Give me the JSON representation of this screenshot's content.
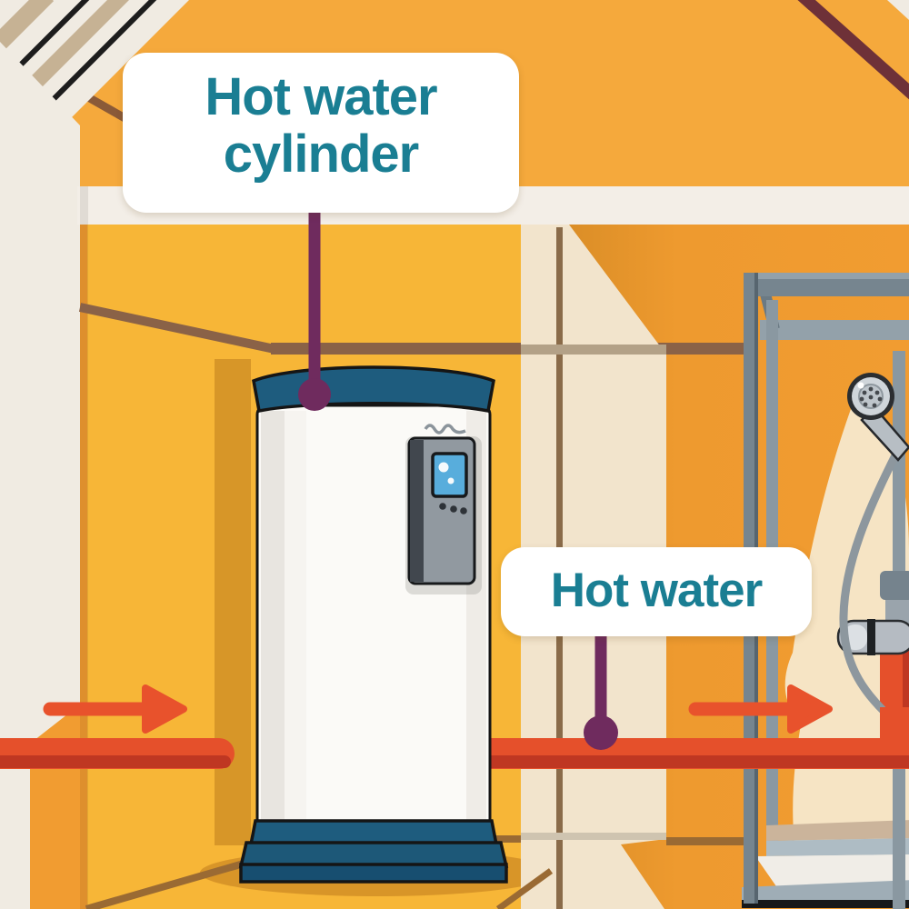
{
  "diagram": {
    "title_context": "Hot water cylinder in loft with pipe feeding a shower",
    "labels": {
      "hot_water_cylinder": "Hot water cylinder",
      "hot_water": "Hot water"
    },
    "flow_arrows": {
      "direction": "right",
      "count": 2,
      "glyph": "→"
    },
    "icons": {
      "flow_arrow": "flow-arrow-icon",
      "shower_head": "shower-head-icon",
      "leader_dot": "leader-dot"
    },
    "colors": {
      "label_text_teal": "#1A7E93",
      "label_background": "#FFFFFF",
      "leader_purple": "#6F2B5E",
      "pipe_orange_red": "#E5502B",
      "pipe_shadow_red": "#BF3722",
      "arrow_orange": "#E8522C",
      "wall_yellow": "#F7B637",
      "wall_orange": "#F19C31",
      "roof_orange": "#F5A93C",
      "cream_panel": "#F2E4CC",
      "white_roof_band": "#F3EEE7",
      "beam_brown": "#8A6247",
      "beam_maroon": "#6E3138",
      "cylinder_body_white": "#FBFAF7",
      "cylinder_cap_blue": "#1E5C7E",
      "control_panel_gray": "#9199A0",
      "screen_blue": "#58ADDC",
      "shower_frame_gray": "#7E8C96",
      "spray_cream": "#F6E4C4"
    }
  }
}
